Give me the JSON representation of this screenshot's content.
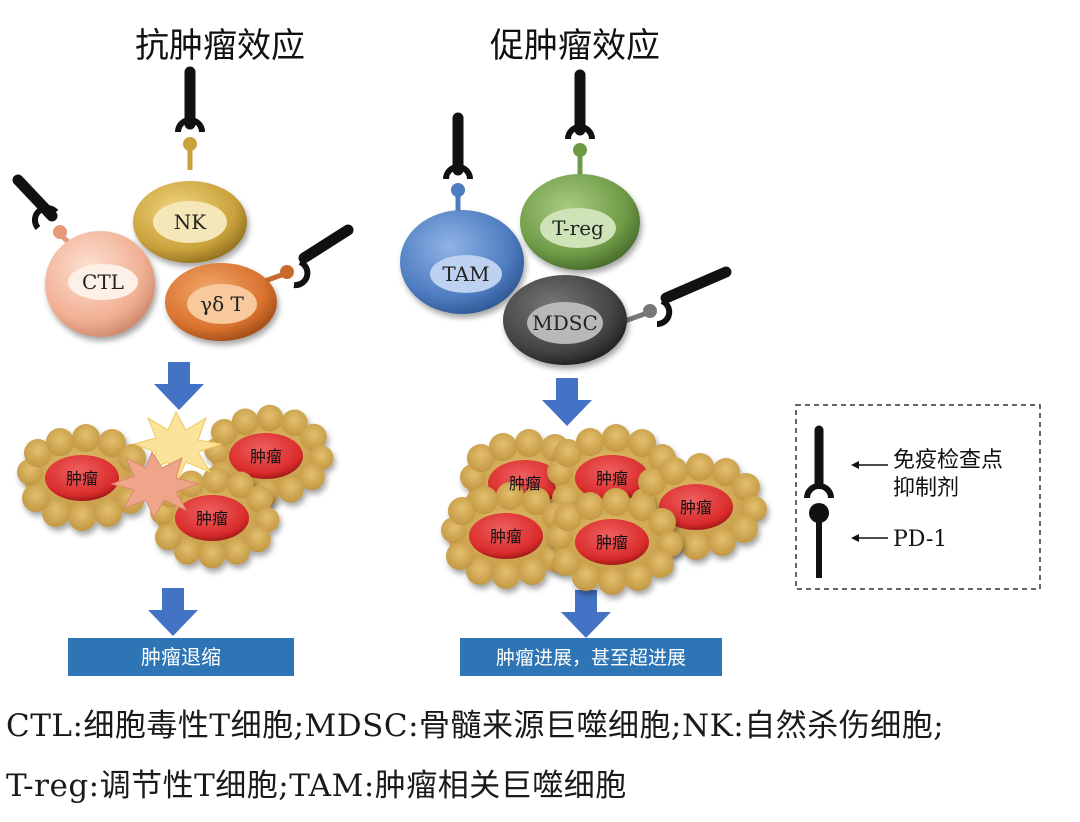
{
  "titles": {
    "anti": "抗肿瘤效应",
    "pro": "促肿瘤效应"
  },
  "cells": {
    "nk": "NK",
    "ctl": "CTL",
    "gdt": "γδ T",
    "treg": "T-reg",
    "tam": "TAM",
    "mdsc": "MDSC"
  },
  "tumor_label": "肿瘤",
  "outcomes": {
    "anti": "肿瘤退缩",
    "pro": "肿瘤进展，甚至超进展"
  },
  "legend": {
    "inhibitor_line1": "免疫检查点",
    "inhibitor_line2": "抑制剂",
    "pd1": "PD-1"
  },
  "caption": {
    "line1": "CTL:细胞毒性T细胞;MDSC:骨髓来源巨噬细胞;NK:自然杀伤细胞;",
    "line2": "T-reg:调节性T细胞;TAM:肿瘤相关巨噬细胞"
  },
  "colors": {
    "nk": "#c9a23c",
    "ctl": "#f1b094",
    "gdt": "#d9722e",
    "treg": "#6e9a46",
    "tam": "#4d7cc0",
    "mdsc": "#555555",
    "arrow": "#4472c4",
    "outcome_box": "#2e75b6",
    "tumor": "#d92b2b",
    "tumor_halo": "#c9a04a"
  }
}
